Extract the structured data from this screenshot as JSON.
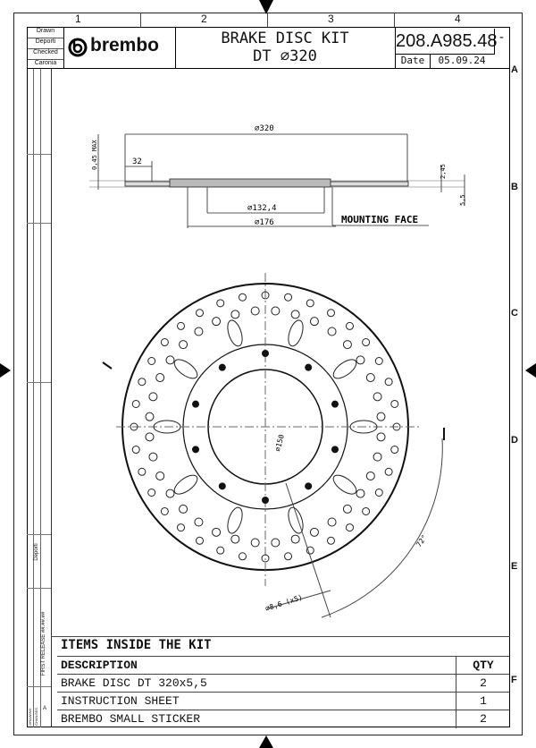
{
  "columns": [
    "1",
    "2",
    "3",
    "4"
  ],
  "rows": [
    "A",
    "B",
    "C",
    "D",
    "E",
    "F"
  ],
  "title_block": {
    "roles": [
      "Drawn",
      "Deporti",
      "Checked",
      "Caronia"
    ],
    "brand": "brembo",
    "title_line1": "BRAKE DISC KIT",
    "title_line2": "DT ⌀320",
    "part_number": "208.A985.48",
    "revision": "-",
    "date_label": "Date",
    "date": "05.09.24"
  },
  "side_view": {
    "dim_diameter": "⌀320",
    "dim_32": "32",
    "dim_runout": "0,45 MAX",
    "dim_245": "2,45",
    "dim_55": "5,5",
    "dim_1324": "⌀132,4",
    "dim_176": "⌀176",
    "mounting_face": "MOUNTING FACE"
  },
  "front_view": {
    "dim_150": "⌀150",
    "dim_angle": "72°",
    "dim_holes": "⌀8,6 (x5)"
  },
  "side_strip": {
    "release": "FIRST RELEASE ##.##.##",
    "deporti": "Deporti",
    "changes": "DRAWING CHANGES",
    "rev": "A"
  },
  "kit": {
    "heading": "ITEMS INSIDE THE KIT",
    "col_description": "DESCRIPTION",
    "col_qty": "QTY",
    "items": [
      {
        "description": "BRAKE DISC DT 320x5,5",
        "qty": "2"
      },
      {
        "description": "INSTRUCTION SHEET",
        "qty": "1"
      },
      {
        "description": "BREMBO SMALL STICKER",
        "qty": "2"
      }
    ]
  }
}
